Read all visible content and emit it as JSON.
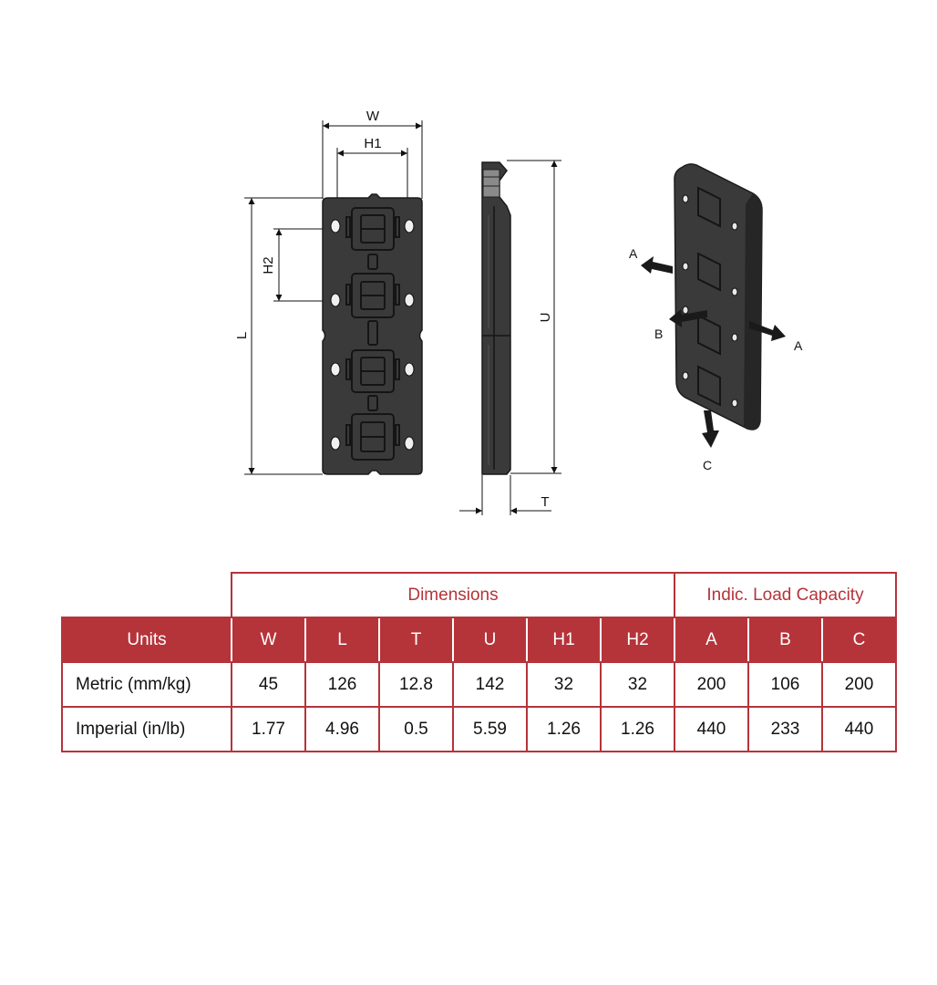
{
  "diagram": {
    "front_view": {
      "label_W": "W",
      "label_H1": "H1",
      "label_H2": "H2",
      "label_L": "L"
    },
    "side_view": {
      "label_U": "U",
      "label_T": "T"
    },
    "iso_view": {
      "label_A_left": "A",
      "label_A_right": "A",
      "label_B": "B",
      "label_C": "C"
    }
  },
  "table": {
    "group_dimensions": "Dimensions",
    "group_load": "Indic. Load Capacity",
    "headers": [
      "Units",
      "W",
      "L",
      "T",
      "U",
      "H1",
      "H2",
      "A",
      "B",
      "C"
    ],
    "rows": [
      {
        "label": "Metric (mm/kg)",
        "cells": [
          "45",
          "126",
          "12.8",
          "142",
          "32",
          "32",
          "200",
          "106",
          "200"
        ]
      },
      {
        "label": "Imperial (in/lb)",
        "cells": [
          "1.77",
          "4.96",
          "0.5",
          "5.59",
          "1.26",
          "1.26",
          "440",
          "233",
          "440"
        ]
      }
    ]
  },
  "colors": {
    "accent": "#b5343a",
    "plate": "#3a3a3a",
    "plate_dark": "#222222"
  }
}
